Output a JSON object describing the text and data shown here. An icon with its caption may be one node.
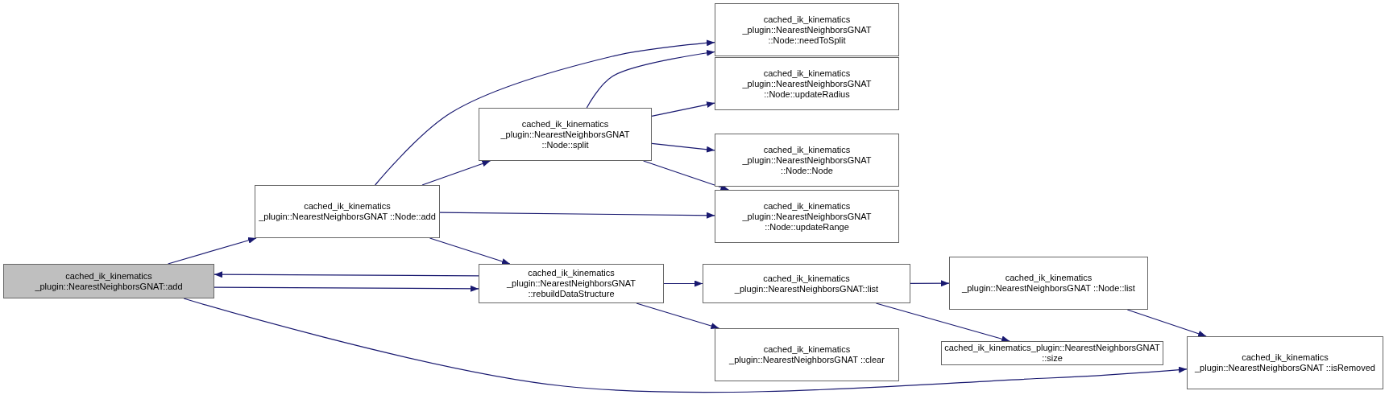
{
  "diagram": {
    "nodes": [
      {
        "text": [
          "cached_ik_kinematics _plugin::NearestNeighborsGNAT::add"
        ]
      },
      {
        "text": [
          "cached_ik_kinematics _plugin::NearestNeighborsGNAT ::Node::add"
        ]
      },
      {
        "text": [
          "cached_ik_kinematics _plugin::NearestNeighborsGNAT ::rebuildDataStructure"
        ]
      },
      {
        "text": [
          "cached_ik_kinematics _plugin::NearestNeighborsGNAT ::Node::split"
        ]
      },
      {
        "text": [
          "cached_ik_kinematics _plugin::NearestNeighborsGNAT ::Node::needToSplit"
        ]
      },
      {
        "text": [
          "cached_ik_kinematics _plugin::NearestNeighborsGNAT ::Node::updateRadius"
        ]
      },
      {
        "text": [
          "cached_ik_kinematics _plugin::NearestNeighborsGNAT ::Node::Node"
        ]
      },
      {
        "text": [
          "cached_ik_kinematics _plugin::NearestNeighborsGNAT ::Node::updateRange"
        ]
      },
      {
        "text": [
          "cached_ik_kinematics _plugin::NearestNeighborsGNAT::list"
        ]
      },
      {
        "text": [
          "cached_ik_kinematics _plugin::NearestNeighborsGNAT ::clear"
        ]
      },
      {
        "text": [
          "cached_ik_kinematics _plugin::NearestNeighborsGNAT ::Node::list"
        ]
      },
      {
        "text": [
          "cached_ik_kinematics_plugin::NearestNeighborsGNAT::size"
        ]
      },
      {
        "text": [
          "cached_ik_kinematics _plugin::NearestNeighborsGNAT ::isRemoved"
        ]
      }
    ],
    "edges": [
      {
        "from": 0,
        "to": 1,
        "arrow": "to"
      },
      {
        "from": 0,
        "to": 2,
        "arrow": "to"
      },
      {
        "from": 0,
        "to": 12,
        "arrow": "to"
      },
      {
        "from": 1,
        "to": 4,
        "arrow": "to"
      },
      {
        "from": 1,
        "to": 3,
        "arrow": "to"
      },
      {
        "from": 1,
        "to": 7,
        "arrow": "to"
      },
      {
        "from": 1,
        "to": 2,
        "arrow": "to"
      },
      {
        "from": 3,
        "to": 4,
        "arrow": "to"
      },
      {
        "from": 3,
        "to": 5,
        "arrow": "to"
      },
      {
        "from": 3,
        "to": 6,
        "arrow": "to"
      },
      {
        "from": 3,
        "to": 7,
        "arrow": "to"
      },
      {
        "from": 2,
        "to": 0,
        "arrow": "to"
      },
      {
        "from": 2,
        "to": 8,
        "arrow": "to"
      },
      {
        "from": 2,
        "to": 9,
        "arrow": "to"
      },
      {
        "from": 8,
        "to": 10,
        "arrow": "to"
      },
      {
        "from": 8,
        "to": 11,
        "arrow": "to"
      },
      {
        "from": 10,
        "to": 12,
        "arrow": "to"
      }
    ]
  }
}
